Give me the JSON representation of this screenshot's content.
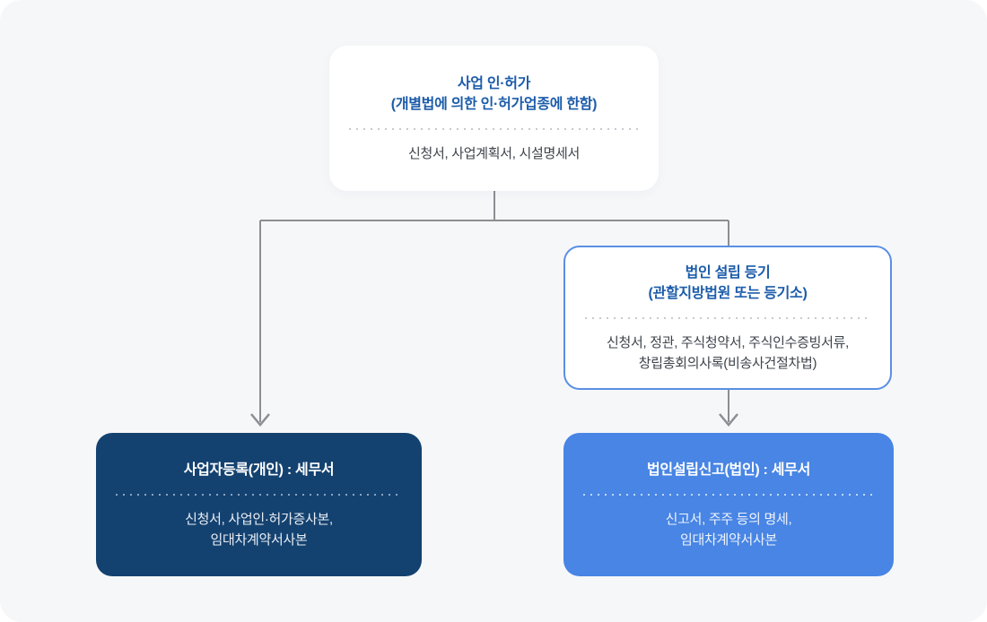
{
  "canvas": {
    "background": "#f6f7f9"
  },
  "colors": {
    "title_blue": "#1c5caa",
    "body_text": "#3e434b",
    "navy_box": "#144270",
    "blue_box": "#4885e4",
    "outlined_box_border": "#5a8fe4",
    "connector_gray": "#8b8e92"
  },
  "nodes": {
    "business_permit": {
      "title_line1": "사업 인·허가",
      "title_line2": "(개별법에 의한 인·허가업종에 한함)",
      "body_line1": "신청서, 사업계획서, 시설명세서"
    },
    "incorporation_registration": {
      "title_line1": "법인 설립 등기",
      "title_line2": "(관할지방법원 또는 등기소)",
      "body_line1": "신청서, 정관, 주식청약서, 주식인수증빙서류,",
      "body_line2": "창립총회의사록(비송사건절차법)"
    },
    "business_registration_individual": {
      "title_line1": "사업자등록(개인) : 세무서",
      "body_line1": "신청서, 사업인·허가증사본,",
      "body_line2": "임대차계약서사본"
    },
    "corporation_filing": {
      "title_line1": "법인설립신고(법인) : 세무서",
      "body_line1": "신고서, 주주 등의 명세,",
      "body_line2": "임대차계약서사본"
    }
  }
}
